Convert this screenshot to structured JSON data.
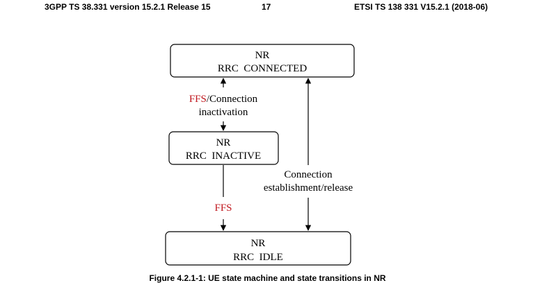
{
  "header": {
    "left": "3GPP TS 38.331 version 15.2.1 Release 15",
    "page_number": "17",
    "right": "ETSI TS 138 331 V15.2.1 (2018-06)"
  },
  "diagram": {
    "states": {
      "connected": {
        "line1": "NR",
        "line2": "RRC  CONNECTED"
      },
      "inactive": {
        "line1": "NR",
        "line2": "RRC  INACTIVE"
      },
      "idle": {
        "line1": "NR",
        "line2": "RRC  IDLE"
      }
    },
    "transitions": {
      "inactivation": {
        "ffs": "FFS",
        "line1_rest": "/Connection",
        "line2": "inactivation"
      },
      "inactive_to_idle": {
        "ffs": "FFS"
      },
      "establishment": {
        "line1": "Connection",
        "line2": "establishment/release"
      }
    },
    "colors": {
      "ffs": "#c0171e"
    }
  },
  "caption": "Figure 4.2.1-1: UE state machine and state transitions in NR"
}
